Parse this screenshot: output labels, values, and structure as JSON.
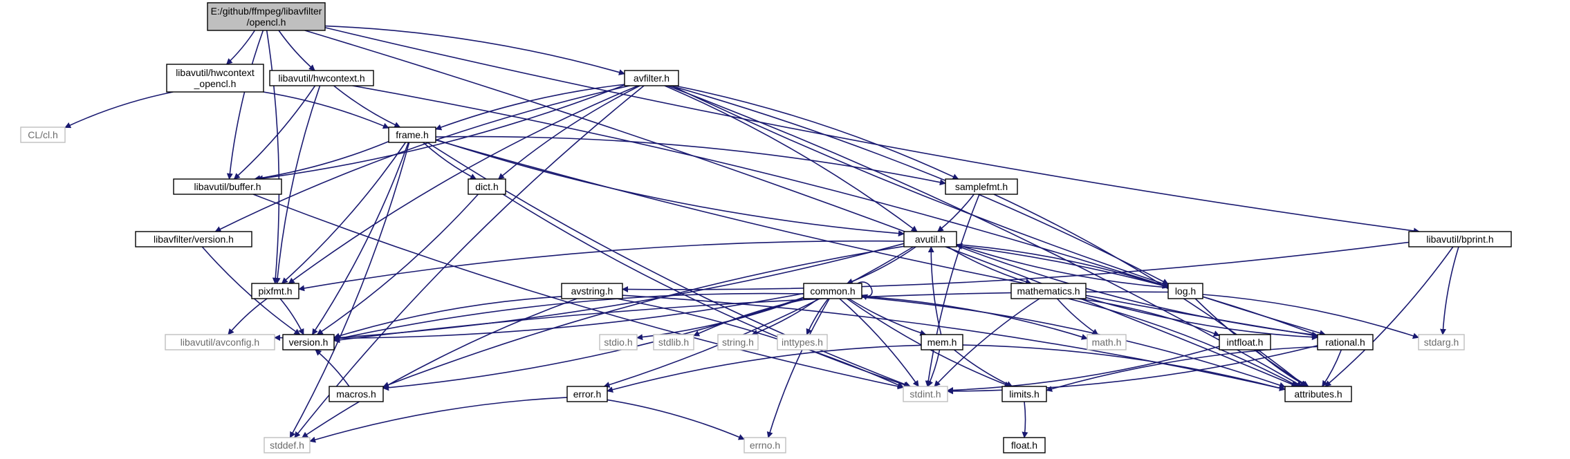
{
  "colors": {
    "edge": "#191970",
    "node_border_solid": "#000000",
    "node_border_external": "#bfbfbf",
    "root_fill": "#bfbfbf",
    "node_fill": "#ffffff",
    "text": "#000000",
    "external_text": "#6b6b6b"
  },
  "graph": {
    "nodes": [
      {
        "id": "opencl",
        "lines": [
          "E:/github/ffmpeg/libavfilter",
          "/opencl.h"
        ],
        "kind": "root"
      },
      {
        "id": "hwctx_opencl",
        "lines": [
          "libavutil/hwcontext",
          "_opencl.h"
        ],
        "kind": "normal"
      },
      {
        "id": "hwctx",
        "lines": [
          "libavutil/hwcontext.h"
        ],
        "kind": "normal"
      },
      {
        "id": "avfilter",
        "lines": [
          "avfilter.h"
        ],
        "kind": "normal"
      },
      {
        "id": "clh",
        "lines": [
          "CL/cl.h"
        ],
        "kind": "external"
      },
      {
        "id": "frame",
        "lines": [
          "frame.h"
        ],
        "kind": "normal"
      },
      {
        "id": "buffer",
        "lines": [
          "libavutil/buffer.h"
        ],
        "kind": "normal"
      },
      {
        "id": "dict",
        "lines": [
          "dict.h"
        ],
        "kind": "normal"
      },
      {
        "id": "samplefmt",
        "lines": [
          "samplefmt.h"
        ],
        "kind": "normal"
      },
      {
        "id": "lafversion",
        "lines": [
          "libavfilter/version.h"
        ],
        "kind": "normal"
      },
      {
        "id": "avutil",
        "lines": [
          "avutil.h"
        ],
        "kind": "normal"
      },
      {
        "id": "bprint",
        "lines": [
          "libavutil/bprint.h"
        ],
        "kind": "normal"
      },
      {
        "id": "pixfmt",
        "lines": [
          "pixfmt.h"
        ],
        "kind": "normal"
      },
      {
        "id": "avstring",
        "lines": [
          "avstring.h"
        ],
        "kind": "normal"
      },
      {
        "id": "common",
        "lines": [
          "common.h"
        ],
        "kind": "normal"
      },
      {
        "id": "mathematics",
        "lines": [
          "mathematics.h"
        ],
        "kind": "normal"
      },
      {
        "id": "log",
        "lines": [
          "log.h"
        ],
        "kind": "normal"
      },
      {
        "id": "avconfig",
        "lines": [
          "libavutil/avconfig.h"
        ],
        "kind": "external"
      },
      {
        "id": "version",
        "lines": [
          "version.h"
        ],
        "kind": "normal"
      },
      {
        "id": "stdio",
        "lines": [
          "stdio.h"
        ],
        "kind": "external"
      },
      {
        "id": "stdlib",
        "lines": [
          "stdlib.h"
        ],
        "kind": "external"
      },
      {
        "id": "string",
        "lines": [
          "string.h"
        ],
        "kind": "external"
      },
      {
        "id": "inttypes",
        "lines": [
          "inttypes.h"
        ],
        "kind": "external"
      },
      {
        "id": "mem",
        "lines": [
          "mem.h"
        ],
        "kind": "normal"
      },
      {
        "id": "math",
        "lines": [
          "math.h"
        ],
        "kind": "external"
      },
      {
        "id": "intfloat",
        "lines": [
          "intfloat.h"
        ],
        "kind": "normal"
      },
      {
        "id": "rational",
        "lines": [
          "rational.h"
        ],
        "kind": "normal"
      },
      {
        "id": "stdarg",
        "lines": [
          "stdarg.h"
        ],
        "kind": "external"
      },
      {
        "id": "macros",
        "lines": [
          "macros.h"
        ],
        "kind": "normal"
      },
      {
        "id": "error",
        "lines": [
          "error.h"
        ],
        "kind": "normal"
      },
      {
        "id": "stdint",
        "lines": [
          "stdint.h"
        ],
        "kind": "external"
      },
      {
        "id": "limits",
        "lines": [
          "limits.h"
        ],
        "kind": "normal"
      },
      {
        "id": "attributes",
        "lines": [
          "attributes.h"
        ],
        "kind": "normal"
      },
      {
        "id": "stddef",
        "lines": [
          "stddef.h"
        ],
        "kind": "external"
      },
      {
        "id": "errno",
        "lines": [
          "errno.h"
        ],
        "kind": "external"
      },
      {
        "id": "float",
        "lines": [
          "float.h"
        ],
        "kind": "normal"
      }
    ],
    "edges": [
      [
        "opencl",
        "hwctx_opencl"
      ],
      [
        "opencl",
        "hwctx"
      ],
      [
        "opencl",
        "avfilter"
      ],
      [
        "opencl",
        "buffer"
      ],
      [
        "opencl",
        "pixfmt"
      ],
      [
        "opencl",
        "bprint"
      ],
      [
        "opencl",
        "attributes"
      ],
      [
        "hwctx_opencl",
        "clh"
      ],
      [
        "hwctx_opencl",
        "frame"
      ],
      [
        "hwctx",
        "frame"
      ],
      [
        "hwctx",
        "buffer"
      ],
      [
        "hwctx",
        "pixfmt"
      ],
      [
        "hwctx",
        "log"
      ],
      [
        "avfilter",
        "frame"
      ],
      [
        "avfilter",
        "buffer"
      ],
      [
        "avfilter",
        "dict"
      ],
      [
        "avfilter",
        "samplefmt"
      ],
      [
        "avfilter",
        "lafversion"
      ],
      [
        "avfilter",
        "avutil"
      ],
      [
        "avfilter",
        "pixfmt"
      ],
      [
        "avfilter",
        "log"
      ],
      [
        "avfilter",
        "rational"
      ],
      [
        "avfilter",
        "attributes"
      ],
      [
        "avfilter",
        "stddef"
      ],
      [
        "frame",
        "buffer"
      ],
      [
        "frame",
        "dict"
      ],
      [
        "frame",
        "samplefmt"
      ],
      [
        "frame",
        "avutil"
      ],
      [
        "frame",
        "pixfmt"
      ],
      [
        "frame",
        "rational"
      ],
      [
        "frame",
        "version"
      ],
      [
        "frame",
        "stdint"
      ],
      [
        "frame",
        "stddef"
      ],
      [
        "buffer",
        "stdint"
      ],
      [
        "dict",
        "version"
      ],
      [
        "dict",
        "stdint"
      ],
      [
        "samplefmt",
        "avutil"
      ],
      [
        "samplefmt",
        "stdint"
      ],
      [
        "samplefmt",
        "attributes"
      ],
      [
        "lafversion",
        "version"
      ],
      [
        "avutil",
        "common"
      ],
      [
        "avutil",
        "mathematics"
      ],
      [
        "avutil",
        "log"
      ],
      [
        "avutil",
        "pixfmt"
      ],
      [
        "avutil",
        "version"
      ],
      [
        "avutil",
        "rational"
      ],
      [
        "avutil",
        "error"
      ],
      [
        "avutil",
        "macros"
      ],
      [
        "bprint",
        "avstring"
      ],
      [
        "bprint",
        "stdarg"
      ],
      [
        "bprint",
        "attributes"
      ],
      [
        "pixfmt",
        "avconfig"
      ],
      [
        "pixfmt",
        "version"
      ],
      [
        "avstring",
        "version"
      ],
      [
        "avstring",
        "stdint"
      ],
      [
        "avstring",
        "stddef"
      ],
      [
        "avstring",
        "attributes"
      ],
      [
        "common",
        "common"
      ],
      [
        "common",
        "avconfig"
      ],
      [
        "common",
        "version"
      ],
      [
        "common",
        "stdio"
      ],
      [
        "common",
        "stdlib"
      ],
      [
        "common",
        "string"
      ],
      [
        "common",
        "inttypes"
      ],
      [
        "common",
        "math"
      ],
      [
        "common",
        "mem"
      ],
      [
        "common",
        "stdint"
      ],
      [
        "common",
        "limits"
      ],
      [
        "common",
        "attributes"
      ],
      [
        "common",
        "errno"
      ],
      [
        "common",
        "macros"
      ],
      [
        "mathematics",
        "math"
      ],
      [
        "mathematics",
        "intfloat"
      ],
      [
        "mathematics",
        "rational"
      ],
      [
        "mathematics",
        "attributes"
      ],
      [
        "mathematics",
        "stdint"
      ],
      [
        "log",
        "avutil"
      ],
      [
        "log",
        "version"
      ],
      [
        "log",
        "stdarg"
      ],
      [
        "log",
        "attributes"
      ],
      [
        "mem",
        "avutil"
      ],
      [
        "mem",
        "error"
      ],
      [
        "mem",
        "stdint"
      ],
      [
        "mem",
        "limits"
      ],
      [
        "mem",
        "attributes"
      ],
      [
        "intfloat",
        "attributes"
      ],
      [
        "intfloat",
        "stdint"
      ],
      [
        "rational",
        "avutil"
      ],
      [
        "rational",
        "stdint"
      ],
      [
        "rational",
        "limits"
      ],
      [
        "rational",
        "attributes"
      ],
      [
        "macros",
        "version"
      ],
      [
        "error",
        "errno"
      ],
      [
        "error",
        "stddef"
      ],
      [
        "limits",
        "float"
      ]
    ]
  }
}
